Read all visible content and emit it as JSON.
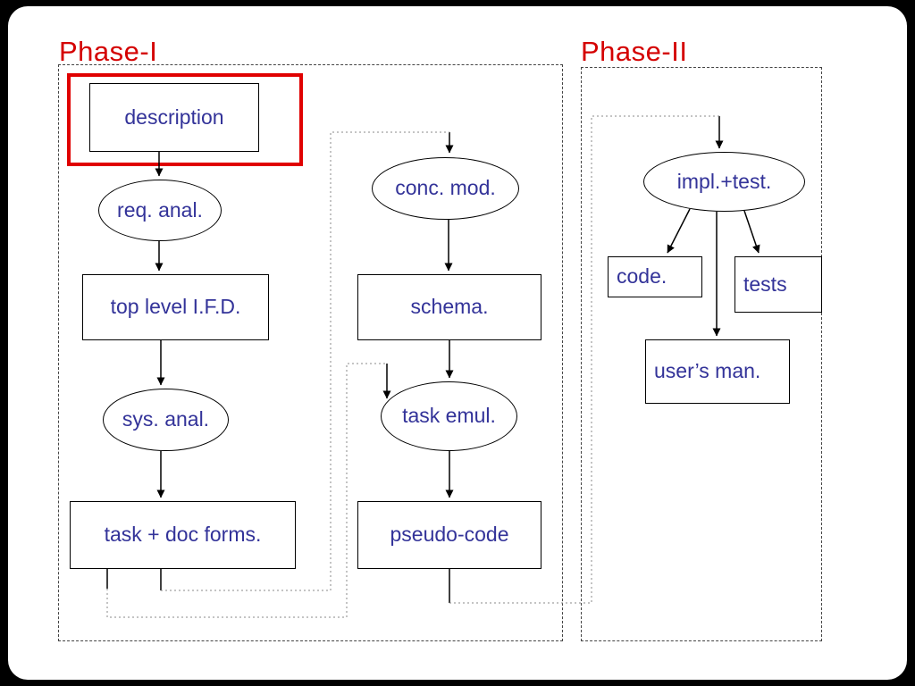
{
  "slide": {
    "phase1_title": "Phase-I",
    "phase2_title": "Phase-II",
    "title_color": "#d40000",
    "node_text_color": "#333399",
    "highlight_color": "#e00000"
  },
  "nodes": {
    "description": {
      "label": "description",
      "shape": "rect",
      "highlighted": true
    },
    "req_anal": {
      "label": "req. anal.",
      "shape": "ellipse"
    },
    "top_level_ifd": {
      "label": "top level I.F.D.",
      "shape": "rect"
    },
    "sys_anal": {
      "label": "sys. anal.",
      "shape": "ellipse"
    },
    "task_doc_forms": {
      "label": "task + doc forms.",
      "shape": "rect"
    },
    "conc_mod": {
      "label": "conc. mod.",
      "shape": "ellipse"
    },
    "schema": {
      "label": "schema.",
      "shape": "rect"
    },
    "task_emul": {
      "label": "task emul.",
      "shape": "ellipse"
    },
    "pseudo_code": {
      "label": "pseudo-code",
      "shape": "rect"
    },
    "impl_test": {
      "label": "impl.+test.",
      "shape": "ellipse"
    },
    "code": {
      "label": "code.",
      "shape": "rect"
    },
    "tests": {
      "label": "tests",
      "shape": "rect"
    },
    "users_man": {
      "label": "user’s man.",
      "shape": "rect"
    }
  },
  "edges": [
    {
      "from": "description",
      "to": "req_anal",
      "style": "solid"
    },
    {
      "from": "req_anal",
      "to": "top_level_ifd",
      "style": "solid"
    },
    {
      "from": "top_level_ifd",
      "to": "sys_anal",
      "style": "solid"
    },
    {
      "from": "sys_anal",
      "to": "task_doc_forms",
      "style": "solid"
    },
    {
      "from": "task_doc_forms",
      "to": "conc_mod",
      "style": "dotted"
    },
    {
      "from": "task_doc_forms",
      "to": "task_emul",
      "style": "dotted"
    },
    {
      "from": "conc_mod",
      "to": "schema",
      "style": "solid"
    },
    {
      "from": "schema",
      "to": "task_emul",
      "style": "solid"
    },
    {
      "from": "task_emul",
      "to": "pseudo_code",
      "style": "solid"
    },
    {
      "from": "pseudo_code",
      "to": "impl_test",
      "style": "dotted"
    },
    {
      "from": "impl_test",
      "to": "code",
      "style": "solid"
    },
    {
      "from": "impl_test",
      "to": "tests",
      "style": "solid"
    },
    {
      "from": "impl_test",
      "to": "users_man",
      "style": "solid"
    }
  ]
}
